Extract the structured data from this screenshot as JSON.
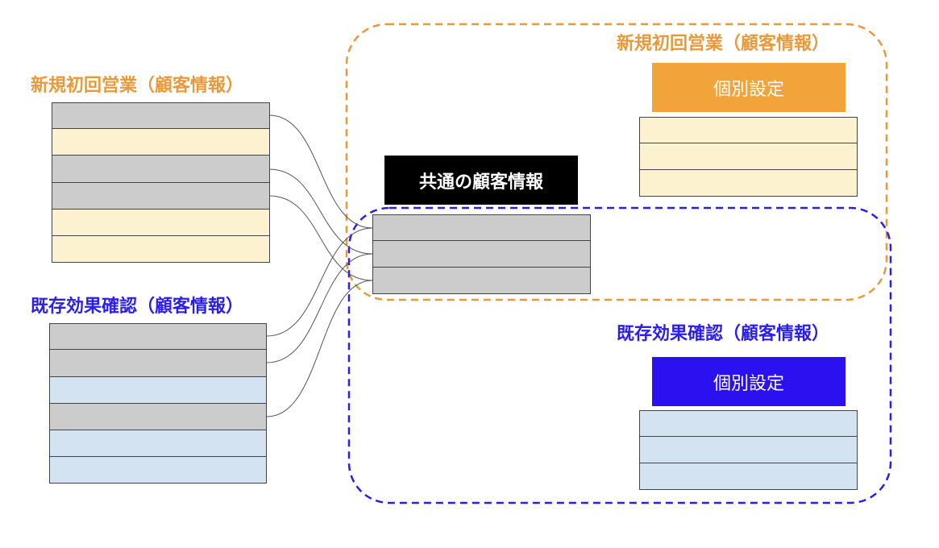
{
  "left_new": {
    "title": "新規初回営業（顧客情報）",
    "rows": [
      "gray",
      "yellow",
      "gray",
      "gray",
      "yellow",
      "yellow"
    ]
  },
  "left_existing": {
    "title": "既存効果確認（顧客情報）",
    "rows": [
      "gray",
      "gray",
      "blue",
      "gray",
      "blue",
      "blue"
    ]
  },
  "common": {
    "title": "共通の顧客情報",
    "rows": [
      "gray",
      "gray",
      "gray"
    ]
  },
  "right_new": {
    "title": "新規初回営業（顧客情報）",
    "header": "個別設定",
    "header_color": "#f2a33a",
    "rows": [
      "yellow",
      "yellow",
      "yellow"
    ]
  },
  "right_existing": {
    "title": "既存効果確認（顧客情報）",
    "header": "個別設定",
    "header_color": "#2b10f0",
    "rows": [
      "blue",
      "blue",
      "blue"
    ]
  },
  "colors": {
    "orange": "#e8993a",
    "blue": "#2b1ee8",
    "gray_row": "#cccccc",
    "yellow_row": "#fdf2d0",
    "blue_row": "#d3e3f1"
  }
}
